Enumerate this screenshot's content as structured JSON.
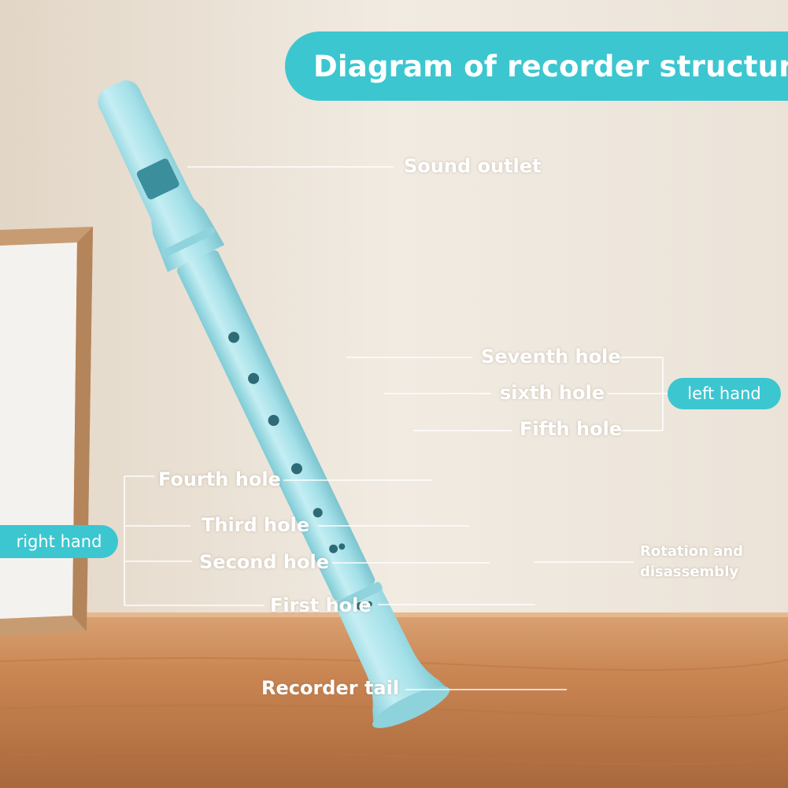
{
  "title": "Diagram of recorder structure",
  "labels": {
    "sound_outlet": "Sound outlet",
    "seventh_hole": "Seventh hole",
    "sixth_hole": "sixth hole",
    "fifth_hole": "Fifth hole",
    "fourth_hole": "Fourth hole",
    "third_hole": "Third hole",
    "second_hole": "Second hole",
    "first_hole": "First hole",
    "rotation_line1": "Rotation and",
    "rotation_line2": "disassembly",
    "recorder_tail": "Recorder tail"
  },
  "groups": {
    "left_hand": "left hand",
    "right_hand": "right hand"
  },
  "colors": {
    "accent": "#3cc6d0",
    "recorder": "#a9e3ea",
    "wall": "#ece3d7",
    "table": "#c98552",
    "frame": "#c89c72"
  }
}
